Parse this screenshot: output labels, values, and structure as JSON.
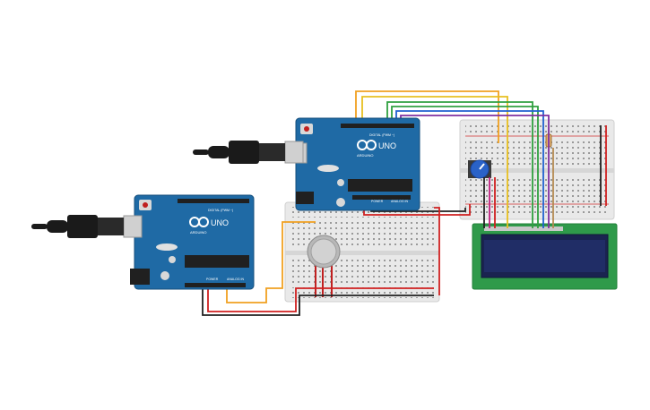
{
  "canvas": {
    "background": "#ffffff"
  },
  "arduino_left": {
    "brand": "ARDUINO",
    "model": "UNO",
    "digital_label": "DIGITAL (PWM ~)",
    "power_label": "POWER",
    "analog_label": "ANALOG IN",
    "color": "#1f6aa5"
  },
  "arduino_right": {
    "brand": "ARDUINO",
    "model": "UNO",
    "digital_label": "DIGITAL (PWM ~)",
    "power_label": "POWER",
    "analog_label": "ANALOG IN",
    "color": "#1f6aa5"
  },
  "components": {
    "usb_cables": 2,
    "breadboards": 2,
    "lcd": "16x2 LCD",
    "potentiometer": "potentiometer",
    "resistor": "resistor",
    "gas_sensor": "gas sensor"
  },
  "wire_colors": {
    "orange": "#f0a020",
    "yellow": "#e8c020",
    "green": "#30a040",
    "blue": "#2060d0",
    "purple": "#8030a0",
    "red": "#d02020",
    "black": "#202020"
  }
}
